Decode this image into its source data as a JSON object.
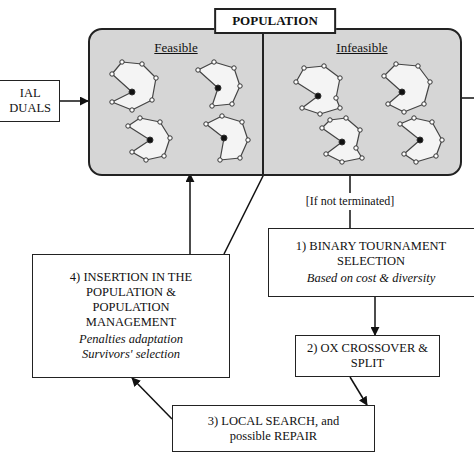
{
  "diagram": {
    "nodes": [
      {
        "text": [
          "IAL DUALS"
        ]
      },
      {
        "text": [
          "POPULATION"
        ]
      },
      {
        "text": [
          "Feasible"
        ],
        "in": 1
      },
      {
        "text": [
          "Infeasible"
        ],
        "in": 1
      },
      {
        "text": [
          "1) BINARY TOURNAMENT SELECTION",
          "Based on cost & diversity"
        ]
      },
      {
        "text": [
          "2) OX CROSSOVER & SPLIT"
        ]
      },
      {
        "text": [
          "3) LOCAL SEARCH, and possible REPAIR"
        ]
      },
      {
        "text": [
          "4) INSERTION IN THE POPULATION & POPULATION MANAGEMENT",
          "Penalties adaptation Survivors' selection"
        ]
      }
    ],
    "edges": [
      {
        "from": 0,
        "to": 1,
        "arrow": "to"
      },
      {
        "from": 3,
        "to": 4,
        "label": "[If not terminated]",
        "arrow": "none"
      },
      {
        "from": 4,
        "to": 5,
        "arrow": "to"
      },
      {
        "from": 5,
        "to": 6,
        "arrow": "to"
      },
      {
        "from": 6,
        "to": 7,
        "arrow": "to"
      },
      {
        "from": 7,
        "to": 2,
        "arrow": "to"
      },
      {
        "from": 7,
        "to": 3,
        "arrow": "none"
      }
    ]
  }
}
